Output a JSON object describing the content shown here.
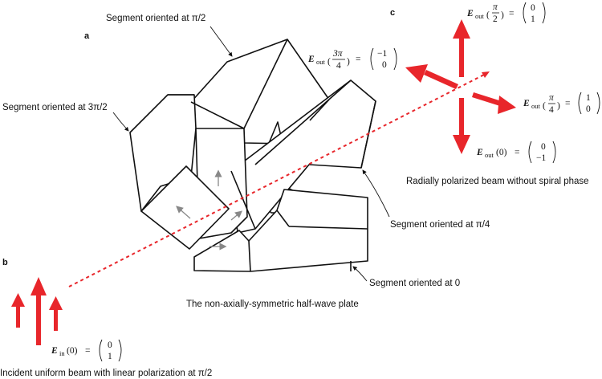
{
  "panels": {
    "a": "a",
    "b": "b",
    "c": "c"
  },
  "labels": {
    "seg_pi2": "Segment oriented at π/2",
    "seg_3pi2": "Segment oriented at 3π/2",
    "seg_pi4": "Segment oriented at π/4",
    "seg_0": "Segment oriented at 0",
    "plate": "The non-axially-symmetric half-wave plate",
    "radial": "Radially polarized beam without spiral phase",
    "incident": "Incident uniform beam with linear polarization at π/2"
  },
  "equations": {
    "E": "E",
    "out": "out",
    "in": "in",
    "eq": "=",
    "arg_pi2": {
      "num": "π",
      "den": "2",
      "vec": [
        "0",
        "1"
      ]
    },
    "arg_3pi4": {
      "num": "3π",
      "den": "4",
      "vec": [
        "−1",
        "0"
      ]
    },
    "arg_pi4": {
      "num": "π",
      "den": "4",
      "vec": [
        "1",
        "0"
      ]
    },
    "arg_0": {
      "arg": "(0)",
      "vec": [
        "0",
        "−1"
      ]
    },
    "in_0": {
      "arg": "(0)",
      "vec": [
        "0",
        "1"
      ]
    }
  },
  "colors": {
    "beam": "#e8262b",
    "outline": "#111111",
    "polarization_arrows": "#888888"
  }
}
